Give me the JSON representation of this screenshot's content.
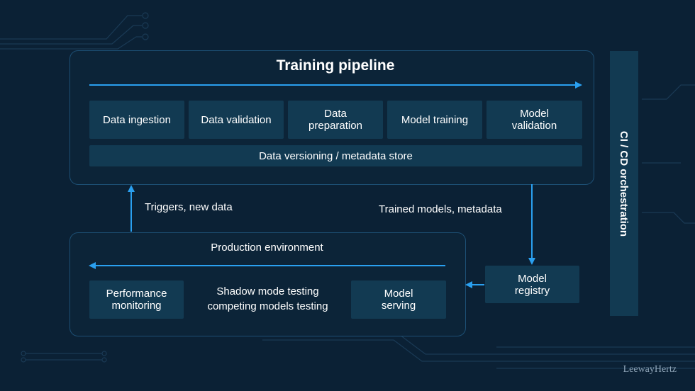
{
  "training": {
    "title": "Training pipeline",
    "steps": [
      "Data ingestion",
      "Data validation",
      "Data preparation",
      "Model training",
      "Model validation"
    ],
    "store": "Data versioning / metadata store"
  },
  "production": {
    "title": "Production environment",
    "monitoring": "Performance monitoring",
    "testing": "Shadow mode testing competing models testing",
    "serving": "Model serving"
  },
  "registry": "Model registry",
  "edges": {
    "triggers": "Triggers, new data",
    "trained": "Trained models, metadata"
  },
  "ci": "CI / CD orchestration",
  "brand": "LeewayHertz",
  "colors": {
    "background": "#0b2135",
    "box": "#123a52",
    "arrow": "#2aa0f0",
    "border": "#1d4f74"
  }
}
